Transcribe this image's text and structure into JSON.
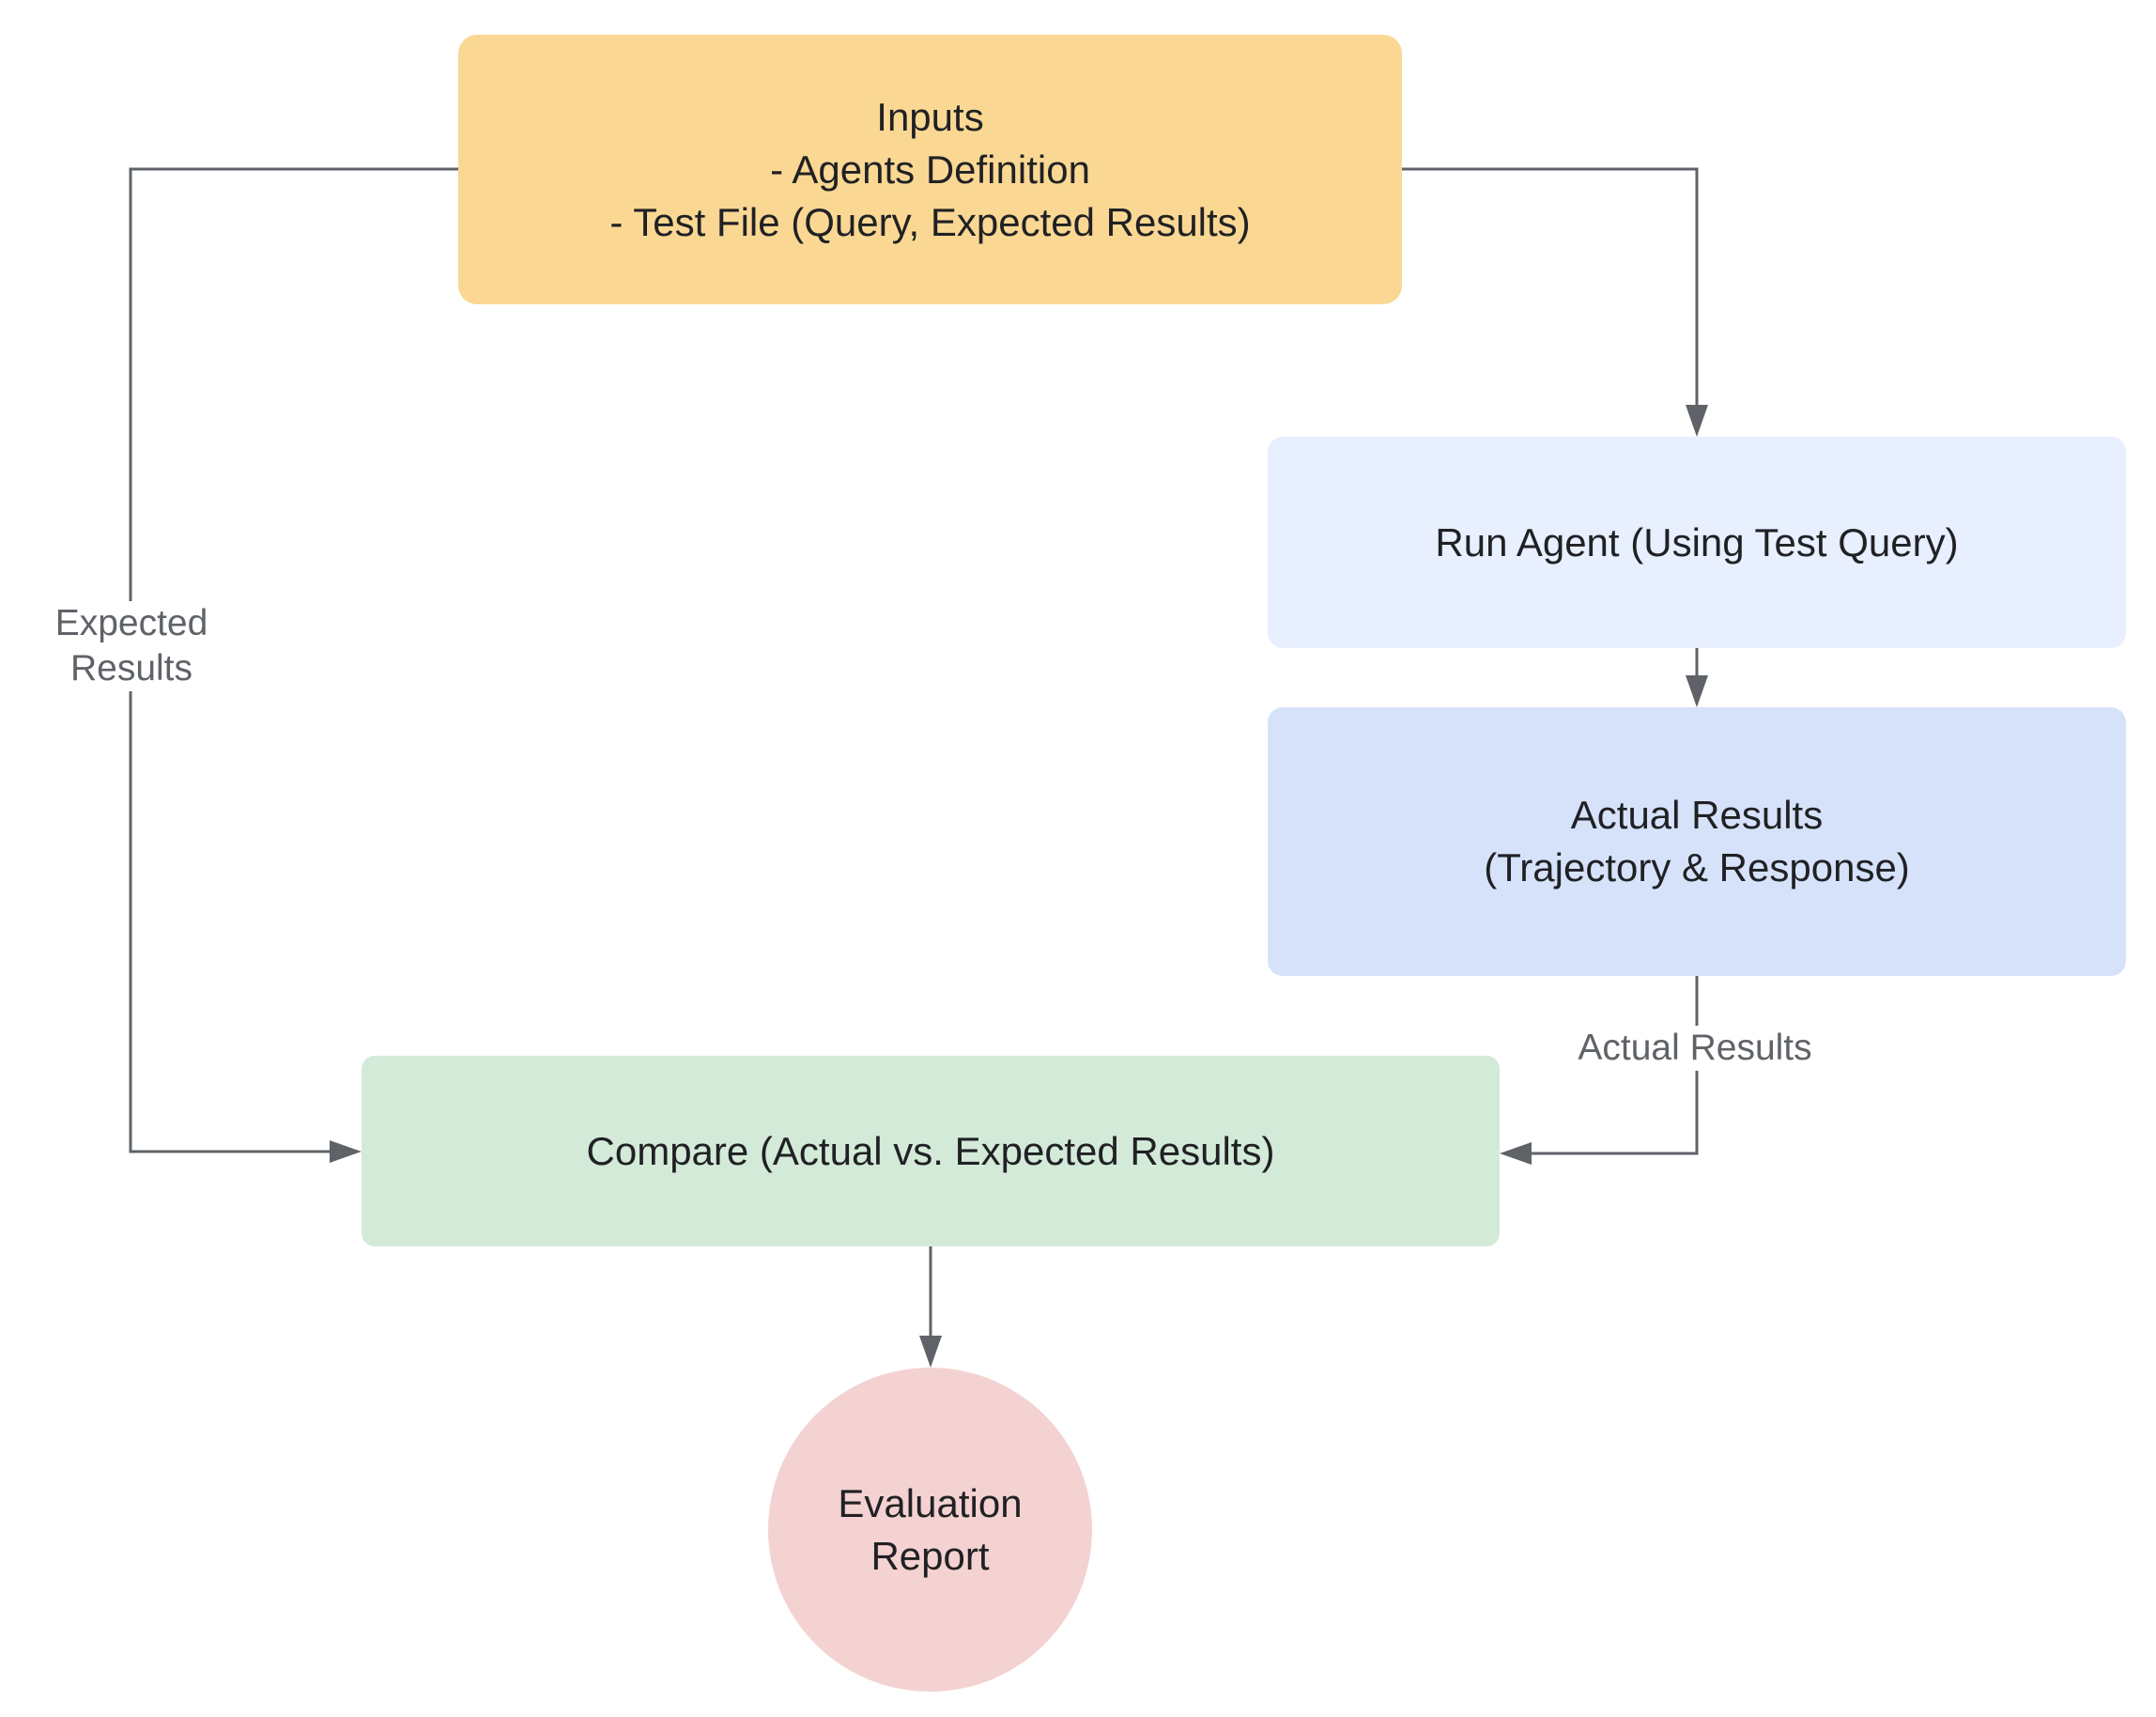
{
  "nodes": {
    "inputs": {
      "lines": [
        "Inputs",
        "- Agents Definition",
        "- Test File (Query, Expected Results)"
      ]
    },
    "run_agent": {
      "lines": [
        "Run Agent (Using Test Query)"
      ]
    },
    "actual_results": {
      "lines": [
        "Actual Results",
        "(Trajectory & Response)"
      ]
    },
    "compare": {
      "lines": [
        "Compare (Actual vs. Expected Results)"
      ]
    },
    "evaluation_report": {
      "lines": [
        "Evaluation",
        "Report"
      ]
    }
  },
  "edge_labels": {
    "expected_results": [
      "Expected",
      "Results"
    ],
    "actual_results": "Actual Results"
  },
  "colors": {
    "inputs": "#fad893",
    "run_agent": "#e8efff",
    "actual_results": "#d6e2fa",
    "compare": "#d4ead9",
    "evaluation_report": "#f4d2d1",
    "connector": "#5f6368"
  }
}
